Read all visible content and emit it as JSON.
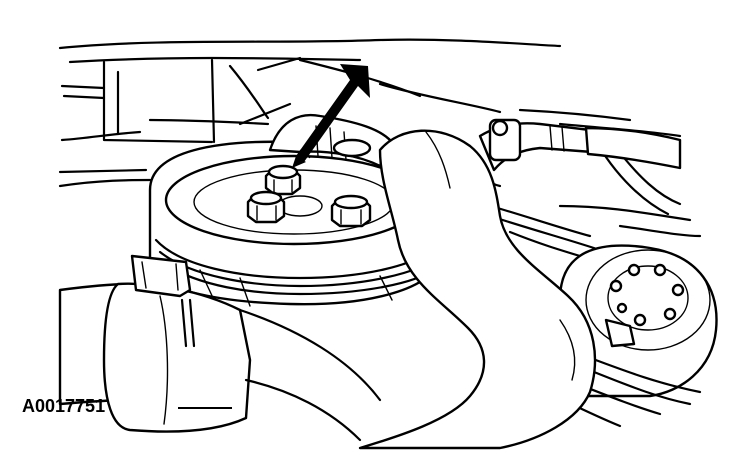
{
  "figure": {
    "id_label": "A0017751"
  },
  "callouts": [
    {
      "name": "arrow-pointer",
      "target": "pulley-bolts"
    }
  ],
  "colors": {
    "ink": "#000000",
    "paper": "#ffffff"
  }
}
